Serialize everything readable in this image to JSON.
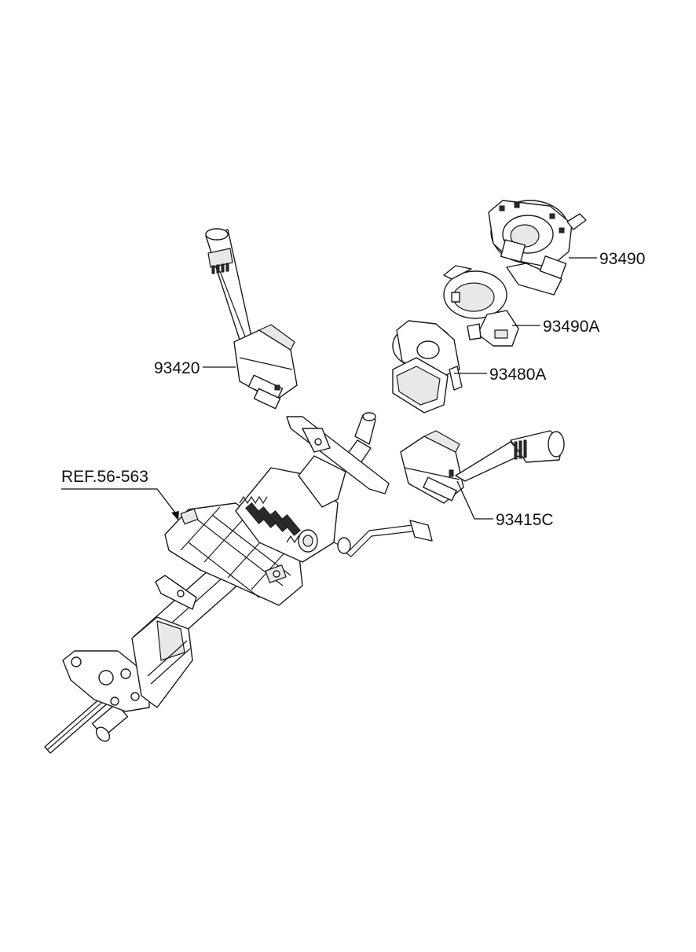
{
  "callouts": {
    "p93490": "93490",
    "p93490a": "93490A",
    "p93420": "93420",
    "p93480a": "93480A",
    "p93415c": "93415C",
    "ref": "REF.56-563"
  }
}
